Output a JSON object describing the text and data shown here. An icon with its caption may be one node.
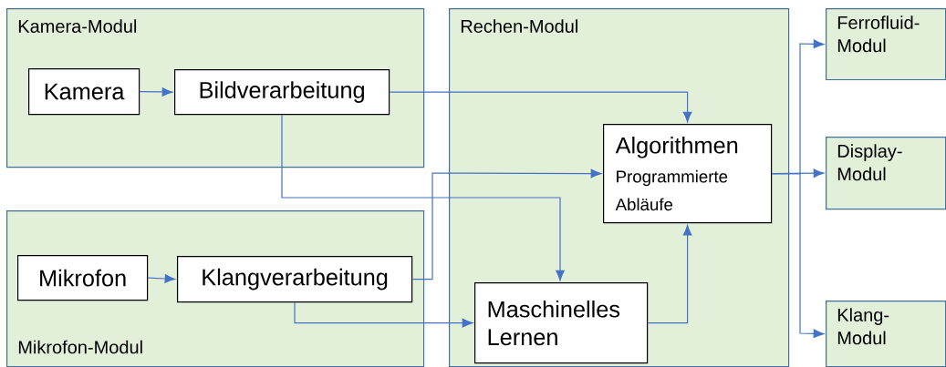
{
  "diagram": {
    "nodes": [
      {
        "text": [
          "Kamera-Modul"
        ]
      },
      {
        "text": [
          "Kamera"
        ],
        "in": 0
      },
      {
        "text": [
          "Bildverarbeitung"
        ],
        "in": 0
      },
      {
        "text": [
          "Mikrofon-Modul"
        ]
      },
      {
        "text": [
          "Mikrofon"
        ],
        "in": 3
      },
      {
        "text": [
          "Klangverarbeitung"
        ],
        "in": 3
      },
      {
        "text": [
          "Rechen-Modul"
        ]
      },
      {
        "text": [
          "Algorithmen",
          "Programmierte Abläufe"
        ],
        "in": 6
      },
      {
        "text": [
          "Maschinelles Lernen"
        ],
        "in": 6
      },
      {
        "text": [
          "Ferrofluid- Modul"
        ]
      },
      {
        "text": [
          "Display- Modul"
        ]
      },
      {
        "text": [
          "Klang- Modul"
        ]
      }
    ],
    "edges": [
      {
        "from": 1,
        "to": 2,
        "arrow": "to"
      },
      {
        "from": 2,
        "to": 7,
        "arrow": "to"
      },
      {
        "from": 2,
        "to": 8,
        "arrow": "to"
      },
      {
        "from": 4,
        "to": 5,
        "arrow": "to"
      },
      {
        "from": 5,
        "to": 7,
        "arrow": "to"
      },
      {
        "from": 5,
        "to": 8,
        "arrow": "to"
      },
      {
        "from": 8,
        "to": 7,
        "arrow": "to"
      },
      {
        "from": 7,
        "to": 9,
        "arrow": "to"
      },
      {
        "from": 7,
        "to": 10,
        "arrow": "to"
      },
      {
        "from": 7,
        "to": 11,
        "arrow": "to"
      }
    ]
  }
}
